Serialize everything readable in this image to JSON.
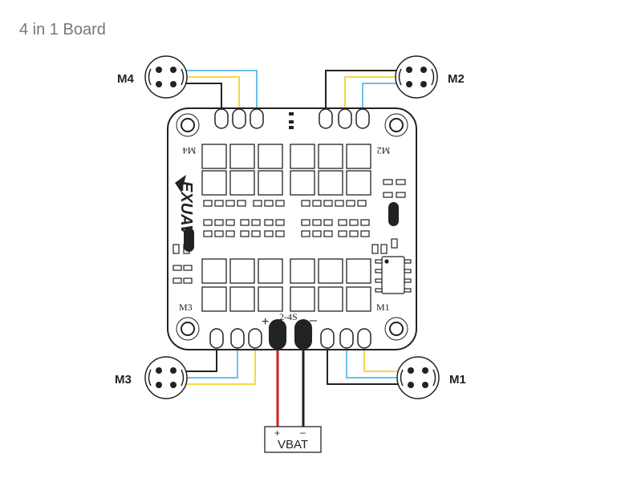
{
  "header": {
    "title": "4 in 1 Board"
  },
  "motors": {
    "m1": "M1",
    "m2": "M2",
    "m3": "M3",
    "m4": "M4"
  },
  "board": {
    "logo": "EXUAV",
    "silk_m1": "M1",
    "silk_m2": "M2",
    "silk_m3": "M3",
    "silk_m4": "M4",
    "voltage": "2-4S",
    "plus": "+",
    "minus": "–"
  },
  "battery": {
    "label": "VBAT",
    "plus": "+",
    "minus": "–"
  },
  "colors": {
    "wire_black": "#222222",
    "wire_yellow": "#f2d84a",
    "wire_blue": "#6cc0e6",
    "wire_red": "#d21f1f",
    "outline": "#222222"
  }
}
